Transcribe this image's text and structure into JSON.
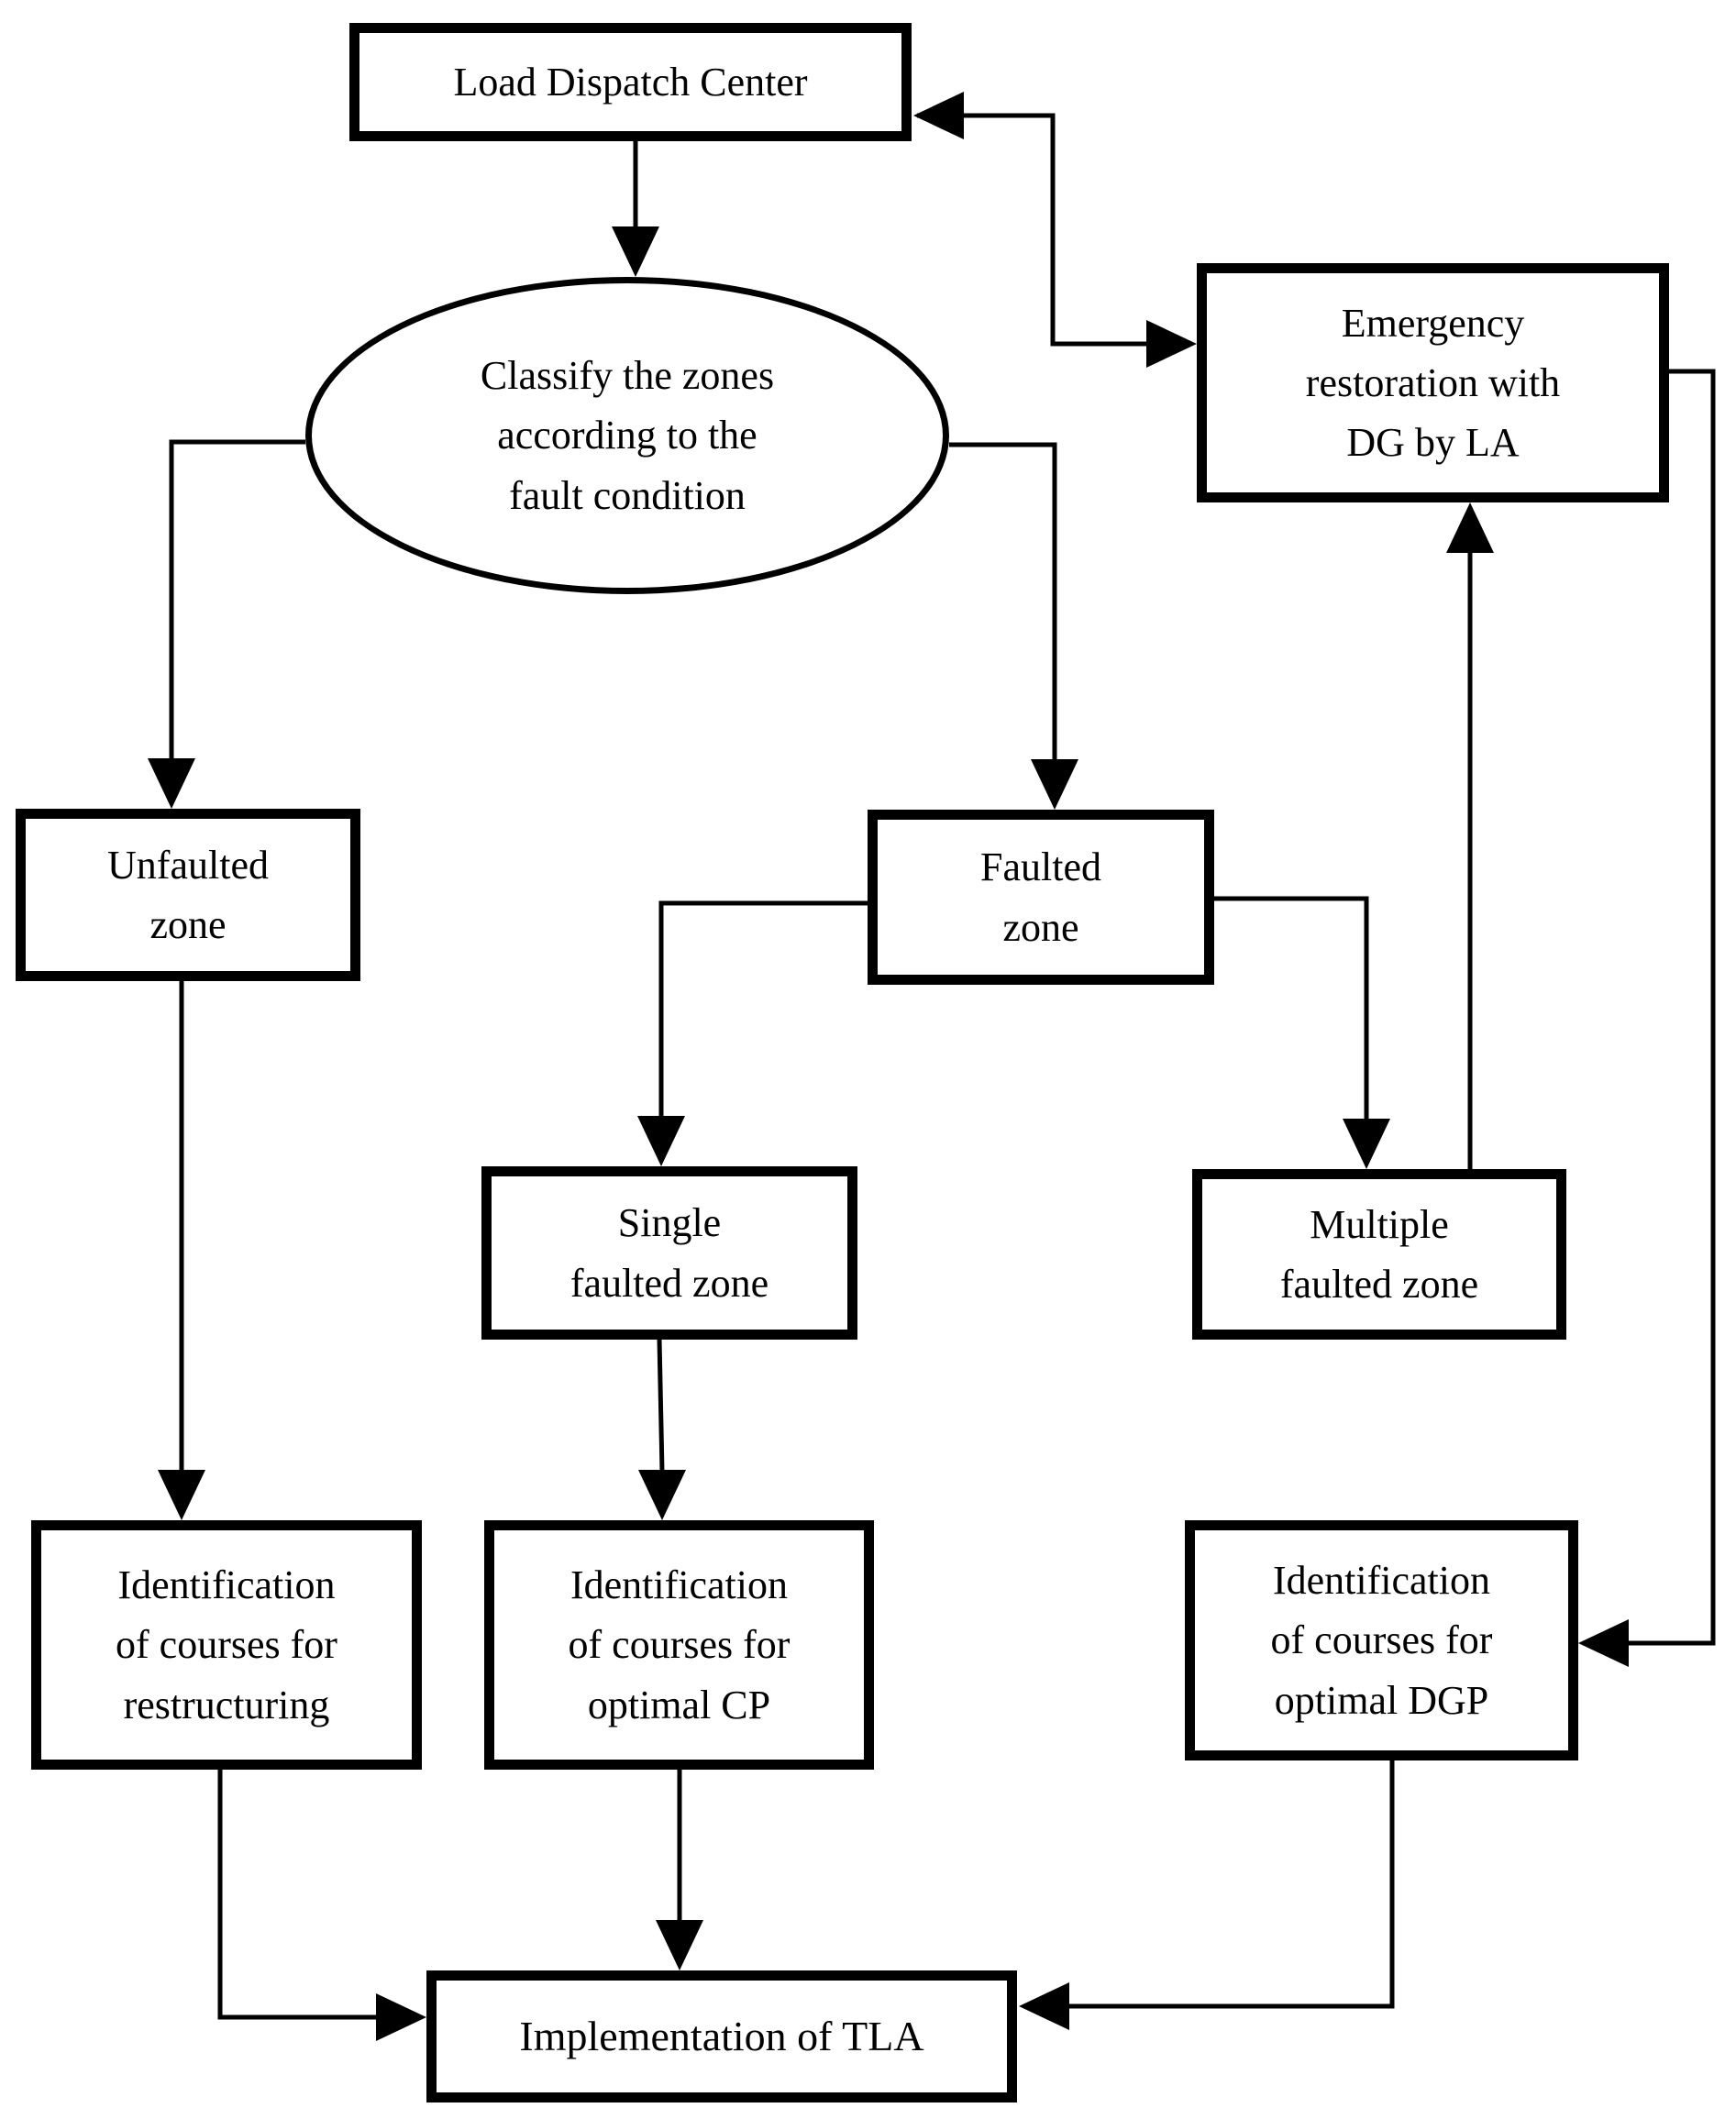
{
  "diagram": {
    "type": "flowchart",
    "background_color": "#ffffff",
    "stroke_color": "#000000",
    "nodes": {
      "load_dispatch_center": {
        "shape": "rect",
        "label": "Load Dispatch Center"
      },
      "classify_zones": {
        "shape": "ellipse",
        "label": "Classify the zones\naccording to the\nfault condition"
      },
      "emergency_restoration": {
        "shape": "rect",
        "label": "Emergency\nrestoration with\nDG by LA"
      },
      "unfaulted_zone": {
        "shape": "rect",
        "label": "Unfaulted\nzone"
      },
      "faulted_zone": {
        "shape": "rect",
        "label": "Faulted\nzone"
      },
      "single_faulted_zone": {
        "shape": "rect",
        "label": "Single\nfaulted zone"
      },
      "multiple_faulted_zone": {
        "shape": "rect",
        "label": "Multiple\nfaulted zone"
      },
      "id_restructuring": {
        "shape": "rect",
        "label": "Identification\nof courses for\nrestructuring"
      },
      "id_optimal_cp": {
        "shape": "rect",
        "label": "Identification\nof courses for\noptimal CP"
      },
      "id_optimal_dgp": {
        "shape": "rect",
        "label": "Identification\nof courses for\noptimal DGP"
      },
      "implementation_tla": {
        "shape": "rect",
        "label": "Implementation of TLA"
      }
    },
    "edges": [
      {
        "from": "load_dispatch_center",
        "to": "classify_zones"
      },
      {
        "from": "load_dispatch_center",
        "to": "emergency_restoration",
        "bidirectional": true
      },
      {
        "from": "classify_zones",
        "to": "unfaulted_zone"
      },
      {
        "from": "classify_zones",
        "to": "faulted_zone"
      },
      {
        "from": "faulted_zone",
        "to": "single_faulted_zone"
      },
      {
        "from": "faulted_zone",
        "to": "multiple_faulted_zone"
      },
      {
        "from": "multiple_faulted_zone",
        "to": "emergency_restoration"
      },
      {
        "from": "emergency_restoration",
        "to": "id_optimal_dgp"
      },
      {
        "from": "unfaulted_zone",
        "to": "id_restructuring"
      },
      {
        "from": "single_faulted_zone",
        "to": "id_optimal_cp"
      },
      {
        "from": "id_restructuring",
        "to": "implementation_tla"
      },
      {
        "from": "id_optimal_cp",
        "to": "implementation_tla"
      },
      {
        "from": "id_optimal_dgp",
        "to": "implementation_tla"
      }
    ]
  }
}
